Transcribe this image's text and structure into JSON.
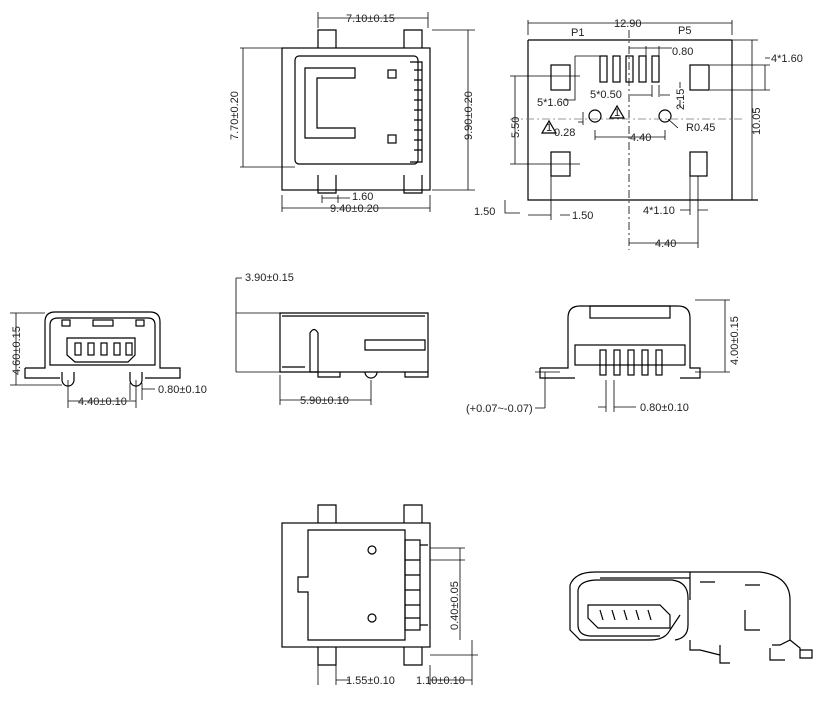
{
  "top_view": {
    "width": "7.10±0.15",
    "inner_height": "7.70±0.20",
    "height": "9.90±0.20",
    "tab": "1.60",
    "overall_width": "9.40±0.20"
  },
  "footprint": {
    "total_width": "12.90",
    "pin1": "P1",
    "pin5": "P5",
    "pitch": "0.80",
    "pad_side": "4*1.60",
    "pad_len": "5*1.60",
    "pad_width": "5*0.50",
    "offset": "2.15",
    "spacing_v": "5.50",
    "hole_offset": "0.28",
    "hole_spacing": "4.40",
    "hole_radius": "R0.45",
    "total_height": "10.05",
    "edge_v": "1.50",
    "edge_h": "1.50",
    "tab_width": "4*1.10",
    "tab_spacing": "4.40",
    "datum_mark": "1"
  },
  "front_view": {
    "height": "4.60±0.15",
    "peg_spacing": "4.40±0.10",
    "peg_width": "0.80±0.10"
  },
  "side_view": {
    "height": "3.90±0.15",
    "peg_pos": "5.90±0.10"
  },
  "rear_view": {
    "height": "4.00±0.15",
    "coplanarity": "(+0.07~-0.07)",
    "pitch": "0.80±0.10"
  },
  "bottom_view": {
    "pin_width": "0.40±0.05",
    "tab_offset": "1.55±0.10",
    "pin_ext": "1.10±0.10"
  }
}
